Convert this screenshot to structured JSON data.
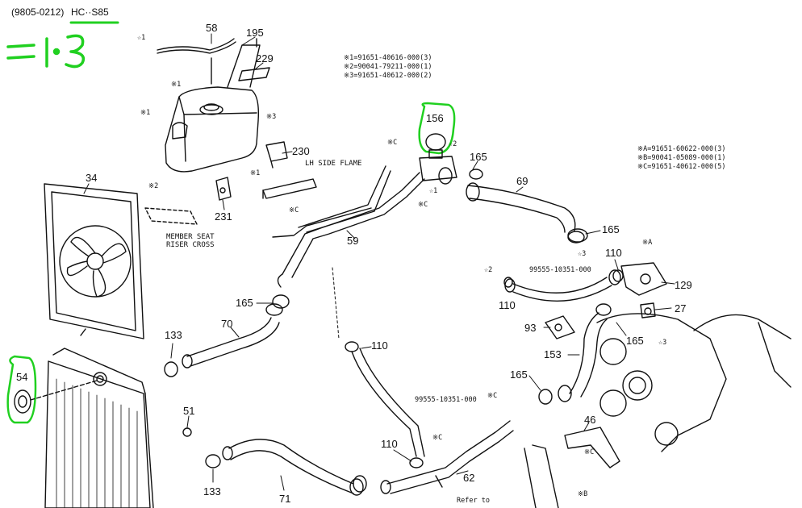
{
  "header": {
    "date_code": "(9805-0212)",
    "model_code": "HC··S85"
  },
  "annotation": {
    "handwritten_note": "=1-3",
    "highlight_color": "#20d020"
  },
  "notes_top": [
    "※1=91651-40616-000(3)",
    "※2=90041-79211-000(1)",
    "※3=91651-40612-000(2)"
  ],
  "notes_right": [
    "※A=91651-60622-000(3)",
    "※B=90041-05089-000(1)",
    "※C=91651-40612-000(5)"
  ],
  "part_labels": {
    "p58": "58",
    "p195": "195",
    "p229": "229",
    "p230": "230",
    "p231": "231",
    "p34": "34",
    "p156": "156",
    "p165a": "165",
    "p69": "69",
    "p165b": "165",
    "p59": "59",
    "p110a": "110",
    "p110b": "110",
    "p129": "129",
    "p27": "27",
    "p165c": "165",
    "p70": "70",
    "p133a": "133",
    "p110c": "110",
    "p93": "93",
    "p153": "153",
    "p165d": "165",
    "p165e": "165",
    "p54": "54",
    "p51": "51",
    "p46": "46",
    "p110d": "110",
    "p62": "62",
    "p71": "71",
    "p133b": "133"
  },
  "text_labels": {
    "lh_side_frame": "LH SIDE FLAME",
    "member_seat_1": "MEMBER SEAT",
    "member_seat_2": "RISER CROSS",
    "hose_part_upper": "99555-10351-000",
    "hose_part_lower": "99555-10351-000",
    "refer_to": "Refer to"
  },
  "markers": {
    "s1": "☆1",
    "s2": "☆2",
    "s3": "☆3",
    "k1": "※1",
    "k2": "※2",
    "k3": "※3",
    "kA": "※A",
    "kB": "※B",
    "kC": "※C"
  }
}
